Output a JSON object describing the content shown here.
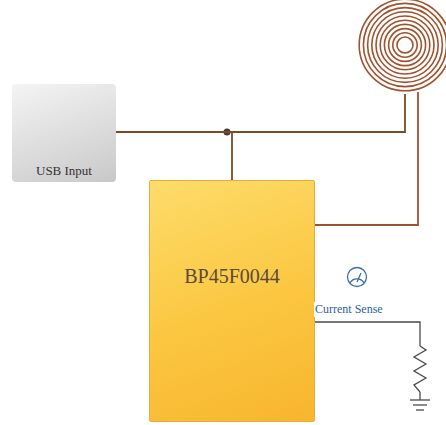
{
  "diagram": {
    "nodes": [
      {
        "text": [
          "USB Input"
        ]
      },
      {
        "text": [
          "BP45F0044"
        ]
      }
    ],
    "edges": [
      {
        "from": 0,
        "to": 1,
        "arrow": "none"
      }
    ],
    "labels": [
      "Current Sense"
    ]
  }
}
